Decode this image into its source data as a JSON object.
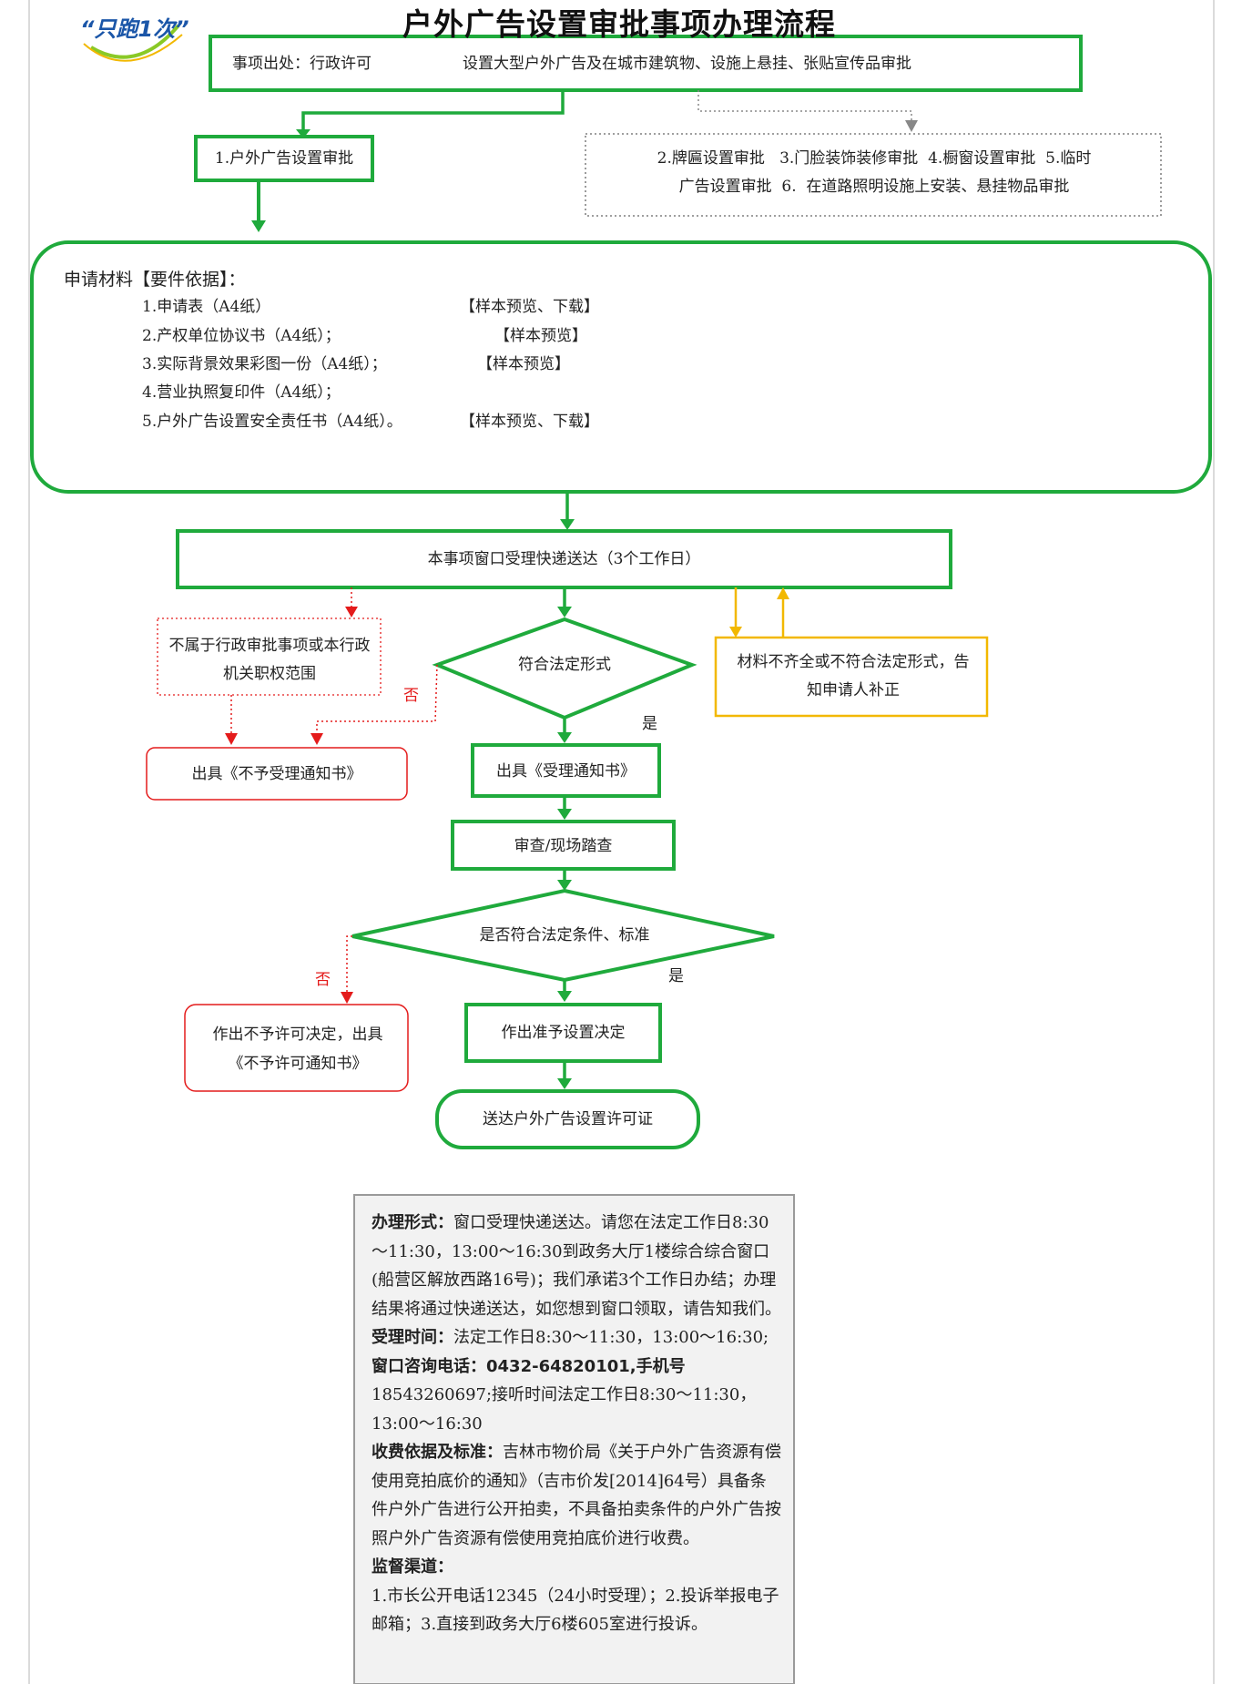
{
  "header": {
    "title": "户外广告设置审批事项办理流程",
    "logo_text": "“只跑1次”"
  },
  "source_box": {
    "label": "事项出处：行政许可",
    "content": "设置大型户外广告及在城市建筑物、设施上悬挂、张贴宣传品审批"
  },
  "branch_main": "1.户外广告设置审批",
  "branch_other": {
    "line1": "2.牌匾设置审批   3.门脸装饰装修审批  4.橱窗设置审批  5.临时",
    "line2": "广告设置审批  6.  在道路照明设施上安装、悬挂物品审批"
  },
  "materials": {
    "heading": "申请材料【要件依据】：",
    "items": [
      {
        "text": "1.申请表（A4纸）",
        "link": "【样本预览、下载】"
      },
      {
        "text": "2.产权单位协议书（A4纸）；",
        "link": "【样本预览】"
      },
      {
        "text": "3.实际背景效果彩图一份（A4纸）；",
        "link": "【样本预览】"
      },
      {
        "text": "4.营业执照复印件（A4纸）；",
        "link": ""
      },
      {
        "text": "5.户外广告设置安全责任书（A4纸）。",
        "link": "【样本预览、下载】"
      }
    ]
  },
  "flow": {
    "accept": "本事项窗口受理快递送达（3个工作日）",
    "out_of_scope": "不属于行政审批事项或本行政机关职权范围",
    "check_form": "符合法定形式",
    "incomplete": "材料不齐全或不符合法定形式，告知申请人补正",
    "no": "否",
    "yes": "是",
    "reject_notice": "出具《不予受理通知书》",
    "accept_notice": "出具《受理通知书》",
    "review": "审查/现场踏查",
    "check_standard": "是否符合法定条件、标准",
    "deny_decision": "作出不予许可决定，出具《不予许可通知书》",
    "approve_decision": "作出准予设置决定",
    "deliver": "送达户外广告设置许可证"
  },
  "info": {
    "method_label": "办理形式：",
    "method_text": "窗口受理快递送达。请您在法定工作日8:30～11:30，13:00～16:30到政务大厅1楼综合综合窗口(船营区解放西路16号)；我们承诺3个工作日办结；办理结果将通过快递送达，如您想到窗口领取，请告知我们。",
    "hours_label": "受理时间：",
    "hours_text": "法定工作日8:30～11:30，13:00～16:30;",
    "phone_label": "窗口咨询电话：0432-64820101,手机号",
    "phone_text": "18543260697;接听时间法定工作日8:30～11:30，13:00～16:30",
    "fee_label": "收费依据及标准：",
    "fee_text": "吉林市物价局《关于户外广告资源有偿使用竞拍底价的通知》（吉市价发[2014]64号）具备条件户外广告进行公开拍卖，不具备拍卖条件的户外广告按照户外广告资源有偿使用竞拍底价进行收费。",
    "supervise_label": "监督渠道：",
    "supervise_text": "1.市长公开电话12345（24小时受理）；2.投诉举报电子邮箱；3.直接到政务大厅6楼605室进行投诉。"
  },
  "colors": {
    "green": "#1faa3c",
    "red": "#e41b1b",
    "yellow": "#f2b800",
    "gray": "#888888"
  }
}
